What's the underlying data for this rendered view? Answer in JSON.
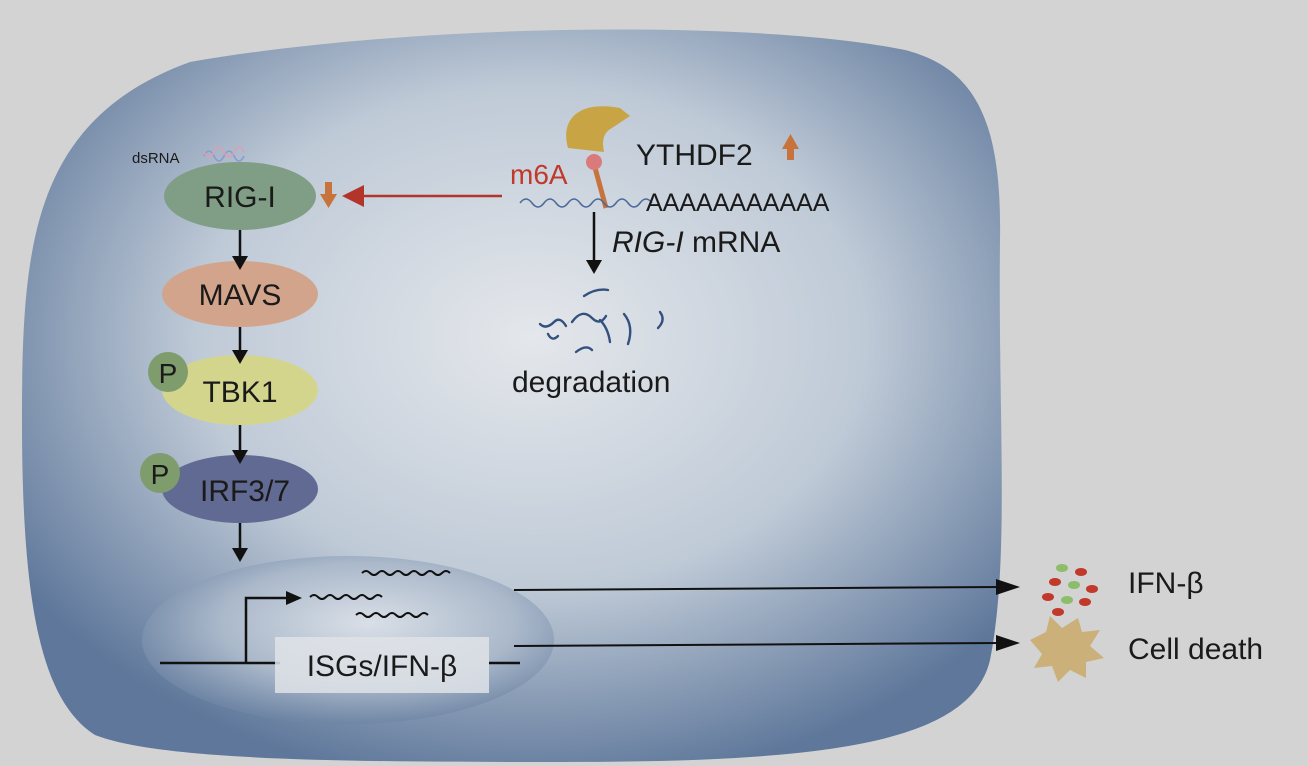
{
  "colors": {
    "background": "#d3d3d3",
    "cell_edge": "#5b7598",
    "cell_center": "#e3e6ea",
    "nucleus_edge": "#6e86a6",
    "rig_i": "#7f9e85",
    "mavs": "#d3a48c",
    "tbk1": "#d4d58d",
    "irf": "#606a92",
    "phospho": "#7e9c6c",
    "inhibit_arrow": "#b3342b",
    "m6a": "#c0392b",
    "ythdf2": "#c9a445",
    "up_down_arrow": "#c8733c",
    "mrna_line": "#4a6a9a",
    "cell_death": "#cbb07a"
  },
  "labels": {
    "dsrna": "dsRNA",
    "rig_i": "RIG-I",
    "mavs": "MAVS",
    "tbk1": "TBK1",
    "irf": "IRF3/7",
    "phospho": "P",
    "m6a": "m6A",
    "ythdf2": "YTHDF2",
    "poly_a": "AAAAAAAAAAA",
    "rig_i_italic": "RIG-I",
    "mrna": " mRNA",
    "degradation": "degradation",
    "isgs": "ISGs/IFN-β",
    "ifn_beta": "IFN-β",
    "cell_death": "Cell death"
  },
  "icons": {
    "up_arrow": "arrow-up-icon",
    "down_arrow": "arrow-down-icon",
    "cytokines": "cytokine-dots-icon",
    "dying_cell": "cell-death-burst-icon"
  }
}
